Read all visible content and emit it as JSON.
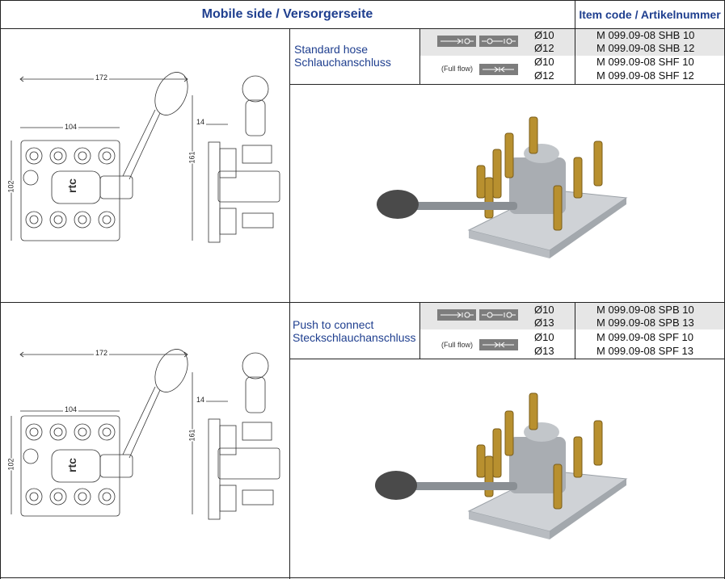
{
  "header": {
    "title": "Mobile side / Versorgerseite",
    "item_code_title": "Item code / Artikelnummer"
  },
  "sections": [
    {
      "label_line1": "Standard hose",
      "label_line2": "Schlauchanschluss",
      "full_flow_label": "(Full flow)",
      "rows": [
        {
          "diameter": "Ø10",
          "code": "M 099.09-08 SHB 10"
        },
        {
          "diameter": "Ø12",
          "code": "M 099.09-08 SHB 12"
        },
        {
          "diameter": "Ø10",
          "code": "M 099.09-08 SHF 10"
        },
        {
          "diameter": "Ø12",
          "code": "M 099.09-08 SHF 12"
        }
      ],
      "dims": {
        "width_total": "172",
        "width_plate": "104",
        "height_plate": "102",
        "height_total": "161",
        "offset": "14"
      },
      "logo_text": "rtc"
    },
    {
      "label_line1": "Push to connect",
      "label_line2": "Steckschlauchanschluss",
      "full_flow_label": "(Full flow)",
      "rows": [
        {
          "diameter": "Ø10",
          "code": "M 099.09-08 SPB 10"
        },
        {
          "diameter": "Ø13",
          "code": "M 099.09-08 SPB 13"
        },
        {
          "diameter": "Ø10",
          "code": "M 099.09-08 SPF 10"
        },
        {
          "diameter": "Ø13",
          "code": "M 099.09-08 SPF 13"
        }
      ],
      "dims": {
        "width_total": "172",
        "width_plate": "104",
        "height_plate": "102",
        "height_total": "161",
        "offset": "14"
      },
      "logo_text": "rtc"
    }
  ],
  "colors": {
    "heading_blue": "#1f3f8f",
    "brass": "#b8902f",
    "steel": "#a9adb2",
    "handle": "#4a4a4a"
  }
}
